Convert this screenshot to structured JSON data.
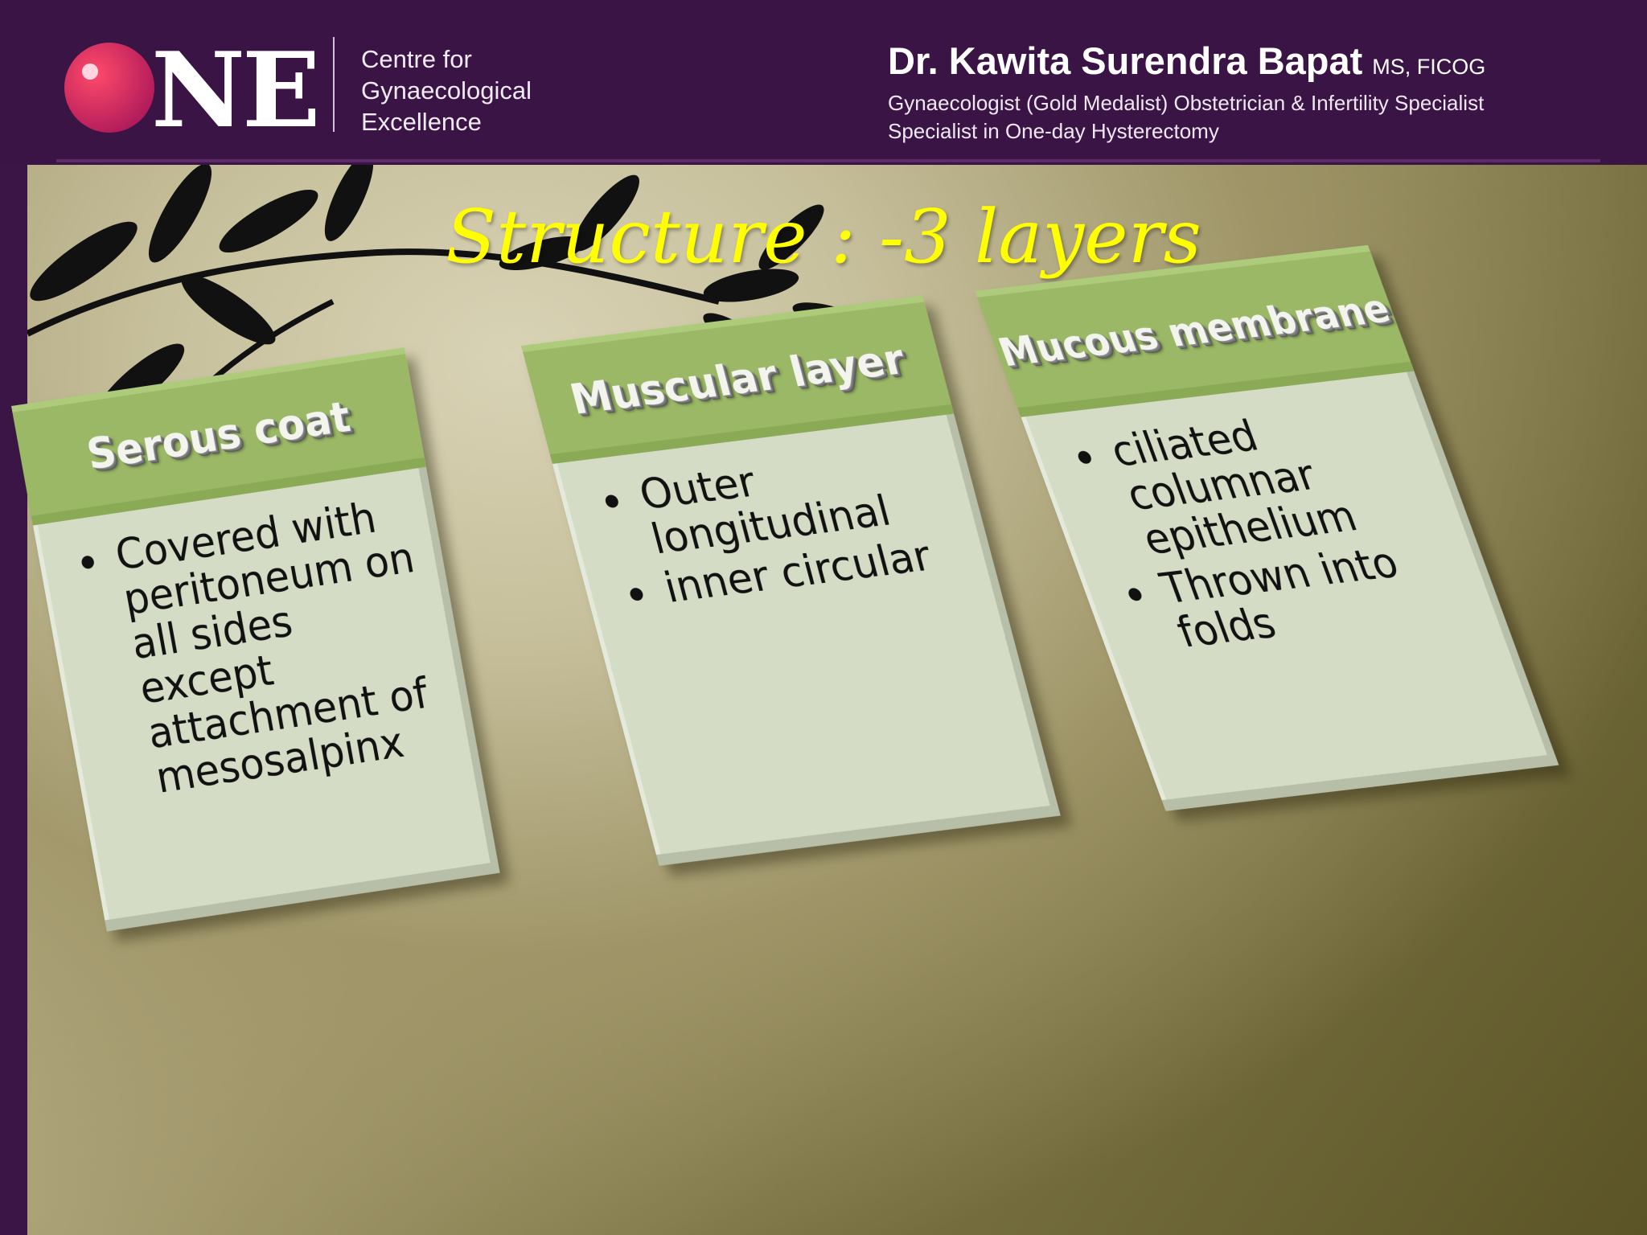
{
  "header": {
    "logo_text": "ONE",
    "logo_sub_lines": [
      "Centre for",
      "Gynaecological",
      "Excellence"
    ],
    "doctor_name": "Dr. Kawita Surendra Bapat",
    "doctor_credentials": "MS, FICOG",
    "doctor_line1": "Gynaecologist (Gold Medalist) Obstetrician & Infertility Specialist",
    "doctor_line2": "Specialist in One-day Hysterectomy"
  },
  "slide": {
    "title": "Structure : -3 layers",
    "cards": [
      {
        "heading": "Serous coat",
        "bullets": [
          "Covered with peritoneum on all sides except attachment of mesosalpinx"
        ]
      },
      {
        "heading": "Muscular layer",
        "bullets": [
          "Outer longitudinal",
          "inner circular"
        ]
      },
      {
        "heading": "Mucous membrane",
        "bullets": [
          "ciliated columnar epithelium",
          "Thrown into folds"
        ]
      }
    ]
  },
  "colors": {
    "header_bg": "#3b1446",
    "title": "#ffff00",
    "card_head": "#9ab865",
    "card_body": "#d4dcc6",
    "logo_dot": "#e0304f"
  }
}
